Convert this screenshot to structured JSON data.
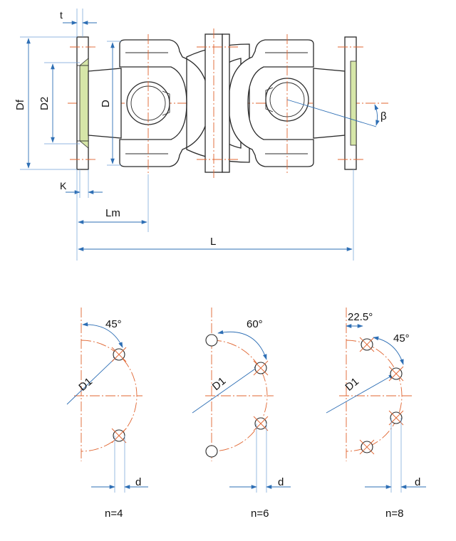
{
  "labels": {
    "t": "t",
    "D_f": "Df",
    "D_2": "D2",
    "D": "D",
    "K": "K",
    "Lm": "Lm",
    "L": "L",
    "beta": "β",
    "D_1": "D1",
    "d": "d"
  },
  "bolt_patterns": [
    {
      "n_label": "n=4",
      "angle_labels": [
        "45°"
      ],
      "holes": 4
    },
    {
      "n_label": "n=6",
      "angle_labels": [
        "60°"
      ],
      "holes": 6
    },
    {
      "n_label": "n=8",
      "angle_labels": [
        "22.5°",
        "45°"
      ],
      "holes": 8
    }
  ],
  "colors": {
    "outline": "#2a2a2a",
    "centerline": "#e0642f",
    "dimension": "#2e6fb5",
    "flange_face": "#d6e6a8"
  }
}
